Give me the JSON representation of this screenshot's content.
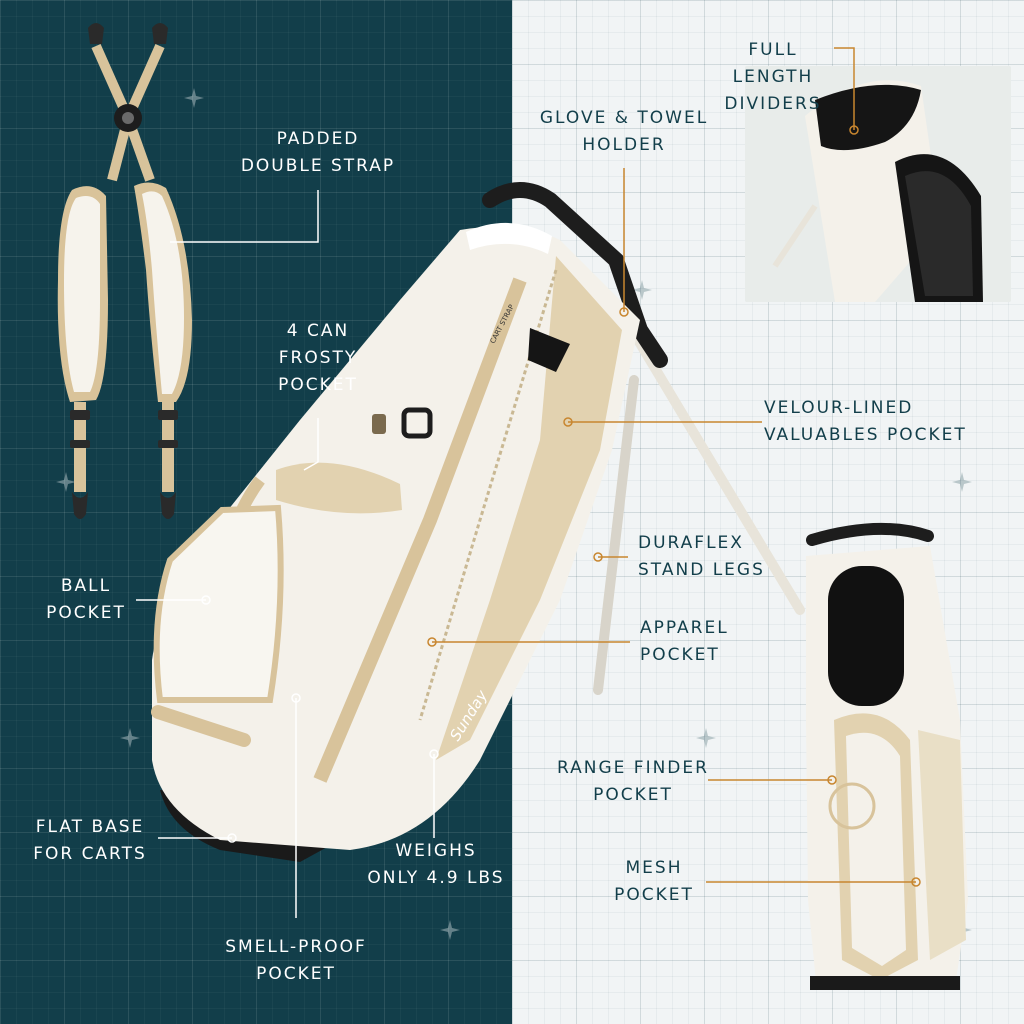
{
  "colors": {
    "left_background": "#123e4a",
    "right_background": "#f1f4f5",
    "accent_orange": "#c8862f",
    "bag_white": "#f4f1ea",
    "bag_tan": "#e2d2b0",
    "label_dark": "#123e4a"
  },
  "product": {
    "brand_mark": "Sunday",
    "cart_strap_tag": "CART STRAP"
  },
  "callouts": {
    "padded_double_strap": {
      "line1": "PADDED",
      "line2": "DOUBLE STRAP"
    },
    "four_can_frosty_pocket": {
      "line1": "4 CAN",
      "line2": "FROSTY",
      "line3": "POCKET"
    },
    "ball_pocket": {
      "line1": "BALL",
      "line2": "POCKET"
    },
    "flat_base_for_carts": {
      "line1": "FLAT BASE",
      "line2": "FOR CARTS"
    },
    "weighs_only": {
      "line1": "WEIGHS",
      "line2": "ONLY 4.9 LBS"
    },
    "smell_proof_pocket": {
      "line1": "SMELL-PROOF",
      "line2": "POCKET"
    },
    "glove_towel_holder": {
      "line1": "GLOVE & TOWEL",
      "line2": "HOLDER"
    },
    "full_length_dividers": {
      "line1": "FULL",
      "line2": "LENGTH",
      "line3": "DIVIDERS"
    },
    "velour_lined_valuables_pocket": {
      "line1": "VELOUR-LINED",
      "line2": "VALUABLES POCKET"
    },
    "duraflex_stand_legs": {
      "line1": "DURAFLEX",
      "line2": "STAND LEGS"
    },
    "apparel_pocket": {
      "line1": "APPAREL",
      "line2": "POCKET"
    },
    "range_finder_pocket": {
      "line1": "RANGE FINDER",
      "line2": "POCKET"
    },
    "mesh_pocket": {
      "line1": "MESH",
      "line2": "POCKET"
    }
  }
}
